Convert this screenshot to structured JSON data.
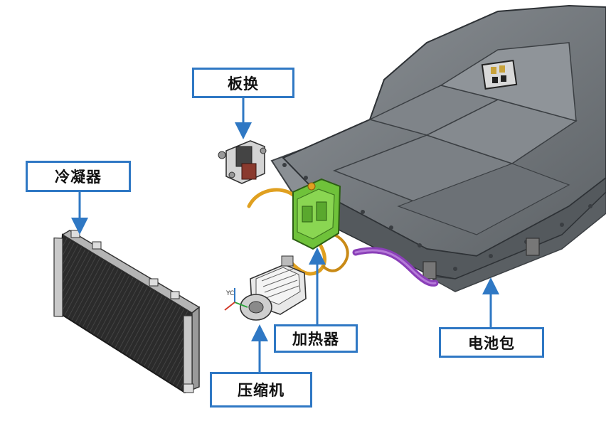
{
  "labels": {
    "plate_heat_exchanger": "板换",
    "condenser": "冷凝器",
    "heater": "加热器",
    "battery_pack": "电池包",
    "compressor": "压缩机",
    "axis_label": "YC"
  },
  "colors": {
    "callout_border": "#2f78c4",
    "arrow": "#2f78c4",
    "battery_body": "#6e7378",
    "battery_tray": "#8a8f94",
    "heater_green": "#6fc23a",
    "pipe_orange": "#e0a020",
    "pipe_purple": "#8a3fb8",
    "condenser_core": "#2b2b2b"
  }
}
